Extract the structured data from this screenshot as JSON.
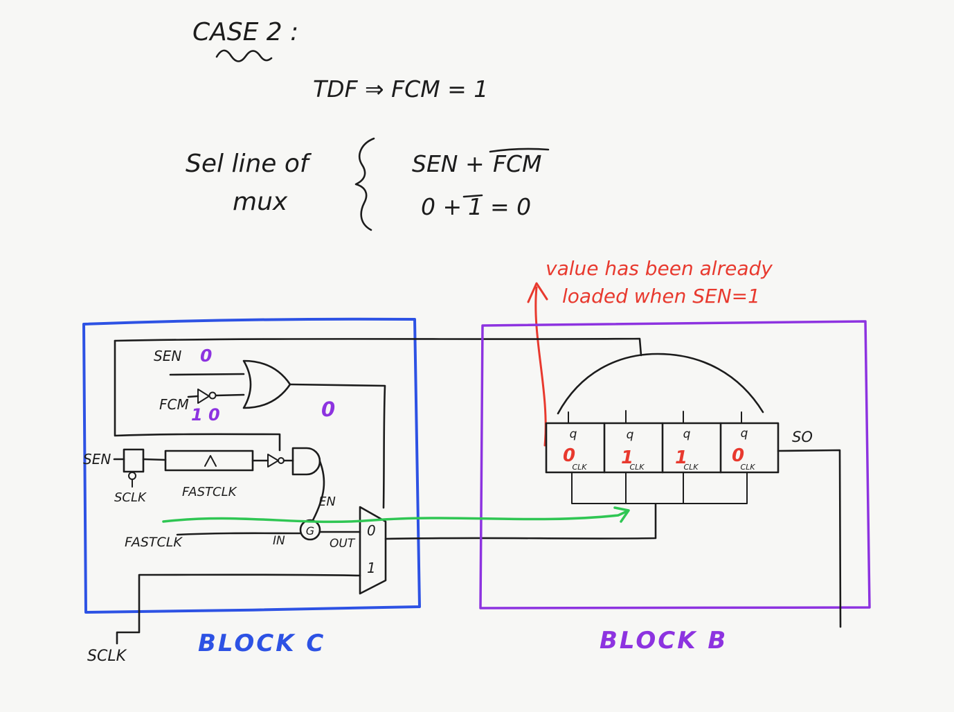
{
  "colors": {
    "ink": "#1c1c1c",
    "blue": "#2d52e4",
    "purple": "#8d33e0",
    "red": "#e8392e",
    "green": "#2fc653",
    "background": "#f7f7f5"
  },
  "notes": {
    "case_title": "CASE 2 :",
    "tdf_line": "TDF  ⇒  FCM = 1",
    "sel_line_1": "Sel line of",
    "sel_line_2": "mux",
    "sen_plus": "SEN +",
    "fcm_bar": "FCM",
    "zero_plus": "0 +",
    "one_bar": "1",
    "eq_zero": "= 0"
  },
  "annotation": {
    "line1": "value has been already",
    "line2": "loaded when SEN=1"
  },
  "block_c": {
    "label": "BLOCK C",
    "sen_label": "SEN",
    "sen_value": "0",
    "fcm_label": "FCM",
    "fcm_values": "1 0",
    "or_output_value": "0",
    "sen2_label": "SEN",
    "sclk_label": "SCLK",
    "fastclk_label": "FASTCLK",
    "en_label": "EN",
    "gate_label": "G",
    "in_label": "IN",
    "out_label": "OUT",
    "fastclk2_label": "FASTCLK",
    "mux_in0": "0",
    "mux_in1": "1"
  },
  "block_b": {
    "label": "BLOCK B",
    "so_label": "SO",
    "cells": [
      {
        "q": "q",
        "value": "0",
        "clk": "CLK"
      },
      {
        "q": "q",
        "value": "1",
        "clk": "CLK"
      },
      {
        "q": "q",
        "value": "1",
        "clk": "CLK"
      },
      {
        "q": "q",
        "value": "0",
        "clk": "CLK"
      }
    ]
  },
  "footer": {
    "sclk_label": "SCLK"
  }
}
